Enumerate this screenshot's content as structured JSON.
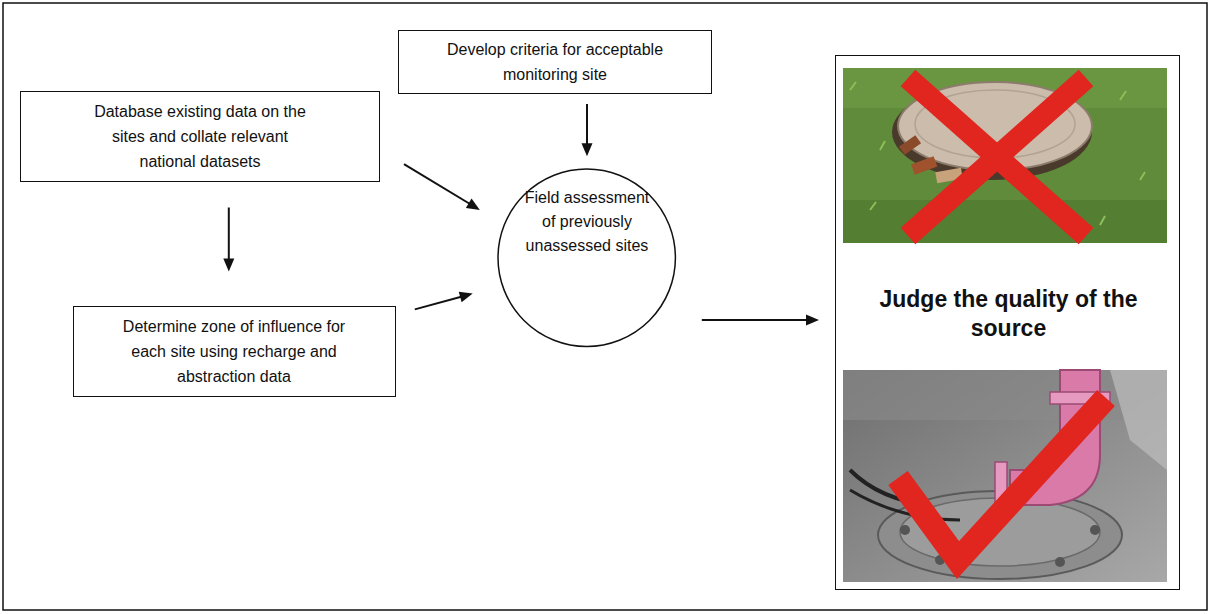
{
  "diagram": {
    "nodes": [
      {
        "text": [
          "Database existing data on the sites and collate relevant national datasets"
        ]
      },
      {
        "text": [
          "Develop criteria for acceptable monitoring site"
        ]
      },
      {
        "text": [
          "Field assessment of previously unassessed sites"
        ]
      },
      {
        "text": [
          "Determine zone of influence for each site using recharge and abstraction data"
        ]
      },
      {
        "text": [
          "Judge the quality of the source"
        ]
      }
    ],
    "edges": [
      {
        "from": 0,
        "to": 2,
        "arrow": "to"
      },
      {
        "from": 1,
        "to": 2,
        "arrow": "to"
      },
      {
        "from": 0,
        "to": 3,
        "arrow": "to"
      },
      {
        "from": 3,
        "to": 2,
        "arrow": "to"
      },
      {
        "from": 2,
        "to": 4,
        "arrow": "to"
      }
    ]
  }
}
